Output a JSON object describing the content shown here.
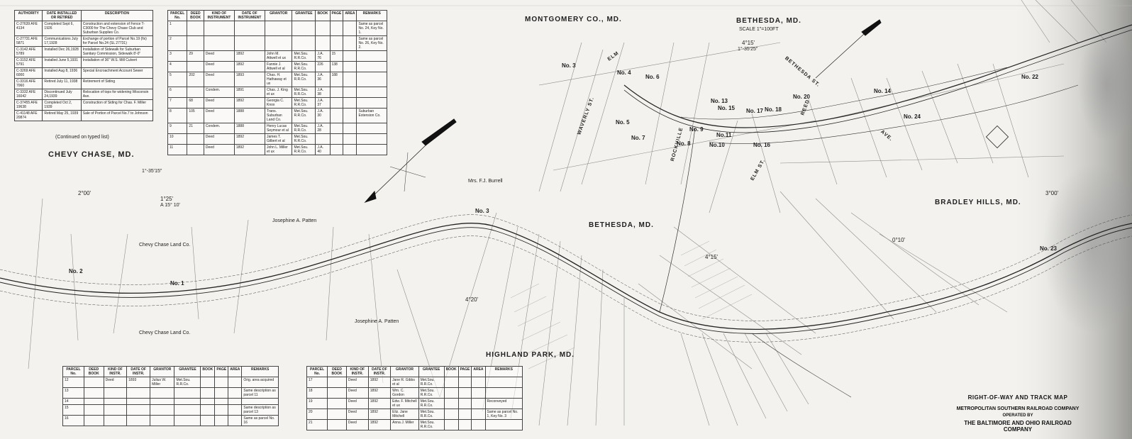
{
  "regions": {
    "montgomery": "MONTGOMERY CO., MD.",
    "bethesda_top": "BETHESDA, MD.",
    "bethesda_scale": "SCALE 1\"=100FT",
    "bethesda_mid": "BETHESDA, MD.",
    "chevy_chase": "CHEVY CHASE, MD.",
    "highland_park": "HIGHLAND PARK, MD.",
    "bradley_hills": "BRADLEY HILLS, MD."
  },
  "landowners": {
    "chevy_chase_land_top": "Chevy Chase Land Co.",
    "chevy_chase_land_bottom": "Chevy Chase Land Co.",
    "josephine_top": "Josephine A. Patten",
    "josephine_bottom": "Josephine A. Patten",
    "burrell": "Mrs. F.J. Burrell"
  },
  "stations": {
    "no1": "No. 1",
    "no2": "No. 2",
    "no3": "No. 3",
    "no3b": "No. 3",
    "no4": "No. 4",
    "no5": "No. 5",
    "no6": "No. 6",
    "no7": "No. 7",
    "no8": "No. 8",
    "no9": "No. 9",
    "no10": "No.10",
    "no11": "No.11",
    "no13": "No. 13",
    "no14": "No. 14",
    "no15": "No. 15",
    "no16": "No. 16",
    "no17": "No. 17",
    "no18": "No. 18",
    "no20": "No. 20",
    "no22": "No. 22",
    "no23": "No. 23",
    "no24": "No. 24"
  },
  "streets": {
    "elm": "ELM",
    "waverly": "WAVERLY ST.",
    "rockville": "ROCKVILLE",
    "bethesda_st": "BETHESDA ST.",
    "reed": "REED",
    "ave": "AVE.",
    "elm_st": "ELM ST."
  },
  "curves": {
    "c1": "1°-35'15\"",
    "c2": "2°00'",
    "c3": "1°25'",
    "c3b": "A 15° 10'",
    "c4": "4°15'",
    "c4b": "1°-35'25\"",
    "c5": "0°10'",
    "c6": "4°20'",
    "c7": "4°15'",
    "c8": "3°00'"
  },
  "table_note": "(Continued on typed list)",
  "authority_table": {
    "headers": [
      "AUTHORITY",
      "DATE INSTALLED OR RETIRED",
      "DESCRIPTION"
    ],
    "rows": [
      [
        "C-27639 AFE 4134",
        "Completed Sept 6, 1926",
        "Construction and extension of Fence T-C3000 for The Chevy Chase Club and Suburban Supplies Co."
      ],
      [
        "C-27731 AFE 5871",
        "Communications July 17,1928",
        "Exchange of portion of Parcel No.19 (fix) for Parcel No.24 (SL 27731)"
      ],
      [
        "C-3142 AFE 5789",
        "Installed Dec 26,1928",
        "Installation of Sidewalk for Suburban Sanitary Commission, Sidewalk 8'-0\""
      ],
      [
        "C-3152 AFE 5791",
        "Installed June 5,1931",
        "Installation of 36\" W.S. Mill Culvert"
      ],
      [
        "C-3269 AFE 6000",
        "Installed Aug 8, 1936",
        "Special Encroachment Account Sewer"
      ],
      [
        "C-3316 AFE 7060",
        "Retired July 11, 1938",
        "Retirement of Siding"
      ],
      [
        "C-3332 AFE 16042",
        "Discontinued July 24,1939",
        "Relocation of tops for widening Wisconsin Ave."
      ],
      [
        "C-37455 AFE 19638",
        "Completed Oct 2, 1939",
        "Construction of Siding for Chas. F. Miller"
      ],
      [
        "C-41148 AFE 20874",
        "Retired May 25, 1939",
        "Sale of Portion of Parcel No.7 to Johnson"
      ]
    ]
  },
  "parcel_table_top": {
    "headers": [
      "PARCEL No.",
      "DEED BOOK",
      "KIND OF INSTRUMENT",
      "DATE OF INSTRUMENT",
      "GRANTOR",
      "GRANTEE",
      "BOOK",
      "PAGE",
      "AREA",
      "REMARKS"
    ],
    "rows": [
      [
        "1",
        "",
        "",
        "",
        "",
        "",
        "",
        "",
        "",
        "Same as parcel No. 24, Key No. 1."
      ],
      [
        "2",
        "",
        "",
        "",
        "",
        "",
        "",
        "",
        "",
        "Same as parcel No. 26, Key No. 2."
      ],
      [
        "3",
        "29",
        "Deed",
        "1892",
        "John M. Attwell et ux",
        "Met.Sou. R.R.Co.",
        "J.A. 76",
        "15",
        "",
        ""
      ],
      [
        "4",
        "",
        "Deed",
        "1892",
        "Fannie J. Attwell et al",
        "Met.Sou. R.R.Co.",
        "226",
        "138",
        "",
        ""
      ],
      [
        "5",
        "202",
        "Deed",
        "1893",
        "Chas. H. Hathaway et ux",
        "Met.Sou. R.R.Co.",
        "J.A. 36",
        "188",
        "",
        ""
      ],
      [
        "6",
        "",
        "Condem.",
        "1891",
        "Chas. J. King et ux",
        "Met.Sou. R.R.Co.",
        "J.A. 38",
        "",
        "",
        ""
      ],
      [
        "7",
        "68",
        "Deed",
        "1892",
        "Georgia C. Knox",
        "Met.Sou. R.R.Co.",
        "J.A. 37",
        "",
        "",
        ""
      ],
      [
        "8",
        "105",
        "Deed",
        "1888",
        "Trans. Suburban Land Co.",
        "Met.Sou. R.R.Co.",
        "J.A. 30",
        "",
        "",
        "Suburban Extension Co."
      ],
      [
        "9",
        "21",
        "Condem.",
        "1888",
        "Henry Lucas Seymour et al",
        "Met.Sou. R.R.Co.",
        "J.A. 28",
        "",
        "",
        ""
      ],
      [
        "10",
        "",
        "Deed",
        "1892",
        "James T. Gilbert et al",
        "Met.Sou. R.R.Co.",
        "",
        "",
        "",
        ""
      ],
      [
        "11",
        "",
        "Deed",
        "1892",
        "John L. Miller et ux",
        "Met.Sou. R.R.Co.",
        "J.A. 40",
        "",
        "",
        ""
      ]
    ]
  },
  "parcel_table_left": {
    "headers": [
      "PARCEL No.",
      "DEED BOOK",
      "KIND OF INSTR.",
      "DATE OF INSTR.",
      "GRANTOR",
      "GRANTEE",
      "BOOK",
      "PAGE",
      "AREA",
      "REMARKS"
    ],
    "rows": [
      [
        "12",
        "",
        "Deed",
        "1893",
        "Julius W. Miller",
        "Met.Sou. R.R.Co.",
        "",
        "",
        "",
        "Orig. area acquired"
      ],
      [
        "13",
        "",
        "",
        "",
        "",
        "",
        "",
        "",
        "",
        "Same description as parcel 11"
      ],
      [
        "14",
        "",
        "",
        "",
        "",
        "",
        "",
        "",
        "",
        ""
      ],
      [
        "15",
        "",
        "",
        "",
        "",
        "",
        "",
        "",
        "",
        "Same description as parcel 13"
      ],
      [
        "16",
        "",
        "",
        "",
        "",
        "",
        "",
        "",
        "",
        "Same as parcel No. 16"
      ]
    ]
  },
  "parcel_table_right": {
    "headers": [
      "PARCEL No.",
      "DEED BOOK",
      "KIND OF INSTR.",
      "DATE OF INSTR.",
      "GRANTOR",
      "GRANTEE",
      "BOOK",
      "PAGE",
      "AREA",
      "REMARKS"
    ],
    "rows": [
      [
        "17",
        "",
        "Deed",
        "1892",
        "Jane R. Gibbs et al",
        "Met.Sou. R.R.Co.",
        "",
        "",
        "",
        ""
      ],
      [
        "18",
        "",
        "Deed",
        "1892",
        "Wm. C. Gordon",
        "Met.Sou. R.R.Co.",
        "",
        "",
        "",
        ""
      ],
      [
        "19",
        "",
        "Deed",
        "1892",
        "Edw. F. Mitchell et ux",
        "Met.Sou. R.R.Co.",
        "",
        "",
        "",
        "Reconveyed"
      ],
      [
        "20",
        "",
        "Deed",
        "1892",
        "Eliz. Jane Mitchell",
        "Met.Sou. R.R.Co.",
        "",
        "",
        "",
        "Same as parcel No. 1, Key No. 3"
      ],
      [
        "21",
        "",
        "Deed",
        "1892",
        "Anna J. Miller",
        "Met.Sou. R.R.Co.",
        "",
        "",
        "",
        ""
      ]
    ]
  },
  "title_block": {
    "line1": "RIGHT-OF-WAY AND TRACK MAP",
    "line2": "METROPOLITAN SOUTHERN RAILROAD COMPANY",
    "line3": "OPERATED BY",
    "line4": "THE BALTIMORE AND OHIO RAILROAD COMPANY"
  }
}
